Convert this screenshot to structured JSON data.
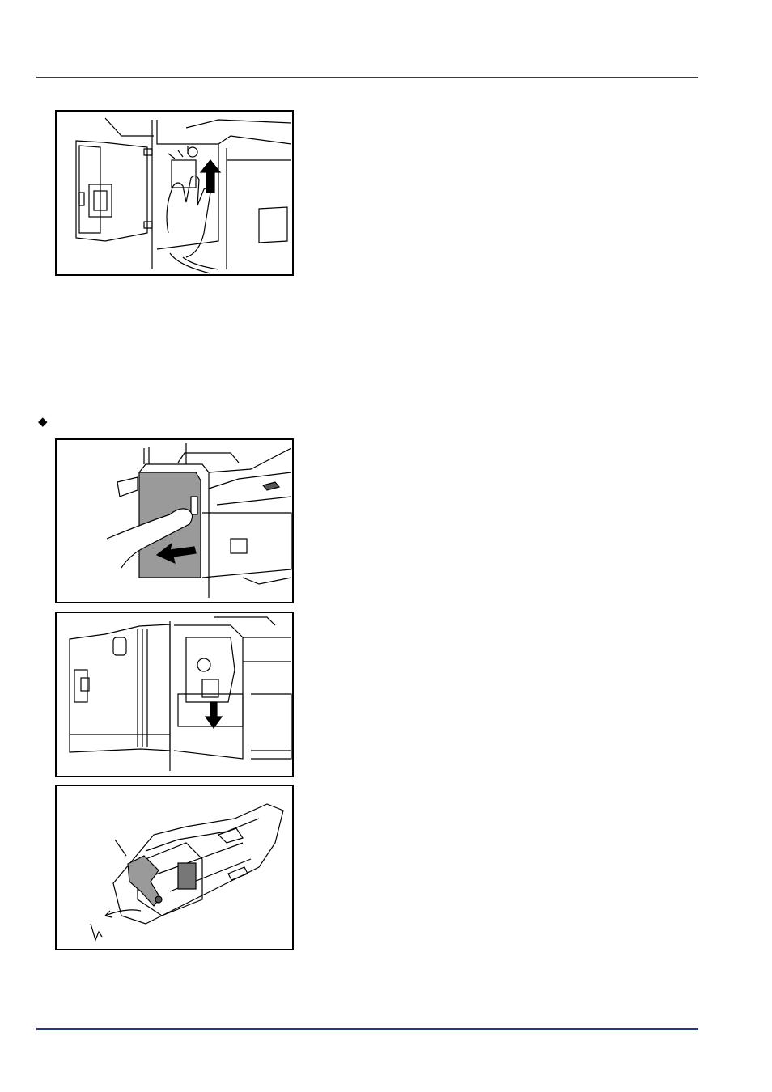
{
  "page": {
    "bullet_symbol": "◆"
  },
  "figures": [
    {
      "id": "fig1",
      "icon": "insert-staple-cartridge-illustration"
    },
    {
      "id": "fig2",
      "icon": "open-finisher-cover-illustration"
    },
    {
      "id": "fig3",
      "icon": "remove-staple-cartridge-illustration"
    },
    {
      "id": "fig4",
      "icon": "staple-cartridge-release-illustration"
    }
  ]
}
